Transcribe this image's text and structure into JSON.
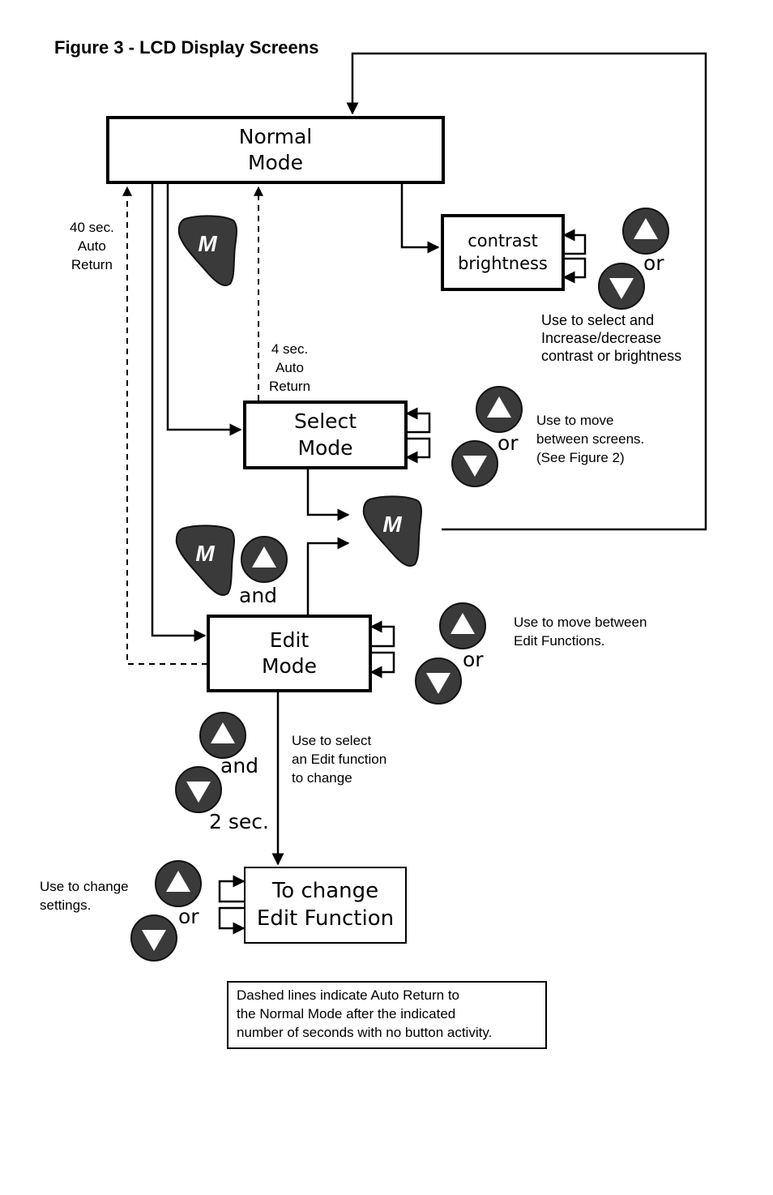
{
  "title": "Figure 3 - LCD Display Screens",
  "boxes": {
    "normal": [
      "Normal",
      "Mode"
    ],
    "contrast": [
      "contrast",
      "brightness"
    ],
    "select": [
      "Select",
      "Mode"
    ],
    "edit": [
      "Edit",
      "Mode"
    ],
    "change": [
      "To change",
      "Edit Function"
    ]
  },
  "notes": {
    "auto40": [
      "40 sec.",
      "Auto",
      "Return"
    ],
    "auto4": [
      "4 sec.",
      "Auto",
      "Return"
    ],
    "contrast_hint": [
      "Use to select and",
      "Increase/decrease",
      "contrast or brightness"
    ],
    "select_hint": [
      "Use to move",
      "between screens.",
      "(See Figure 2)"
    ],
    "edit_hint": [
      "Use to move between",
      "Edit Functions."
    ],
    "select_edit": [
      "Use to select",
      "an Edit function",
      "to change"
    ],
    "change_hint": [
      "Use to change",
      "settings."
    ]
  },
  "words": {
    "or": "or",
    "and": "and",
    "two_sec": "2 sec."
  },
  "buttons": {
    "mode_letter": "M",
    "icons": [
      "mode-button-icon",
      "up-arrow-button-icon",
      "down-arrow-button-icon"
    ]
  },
  "legend": [
    "Dashed lines indicate Auto Return to",
    "the Normal Mode after the indicated",
    "number of seconds with no button activity."
  ]
}
